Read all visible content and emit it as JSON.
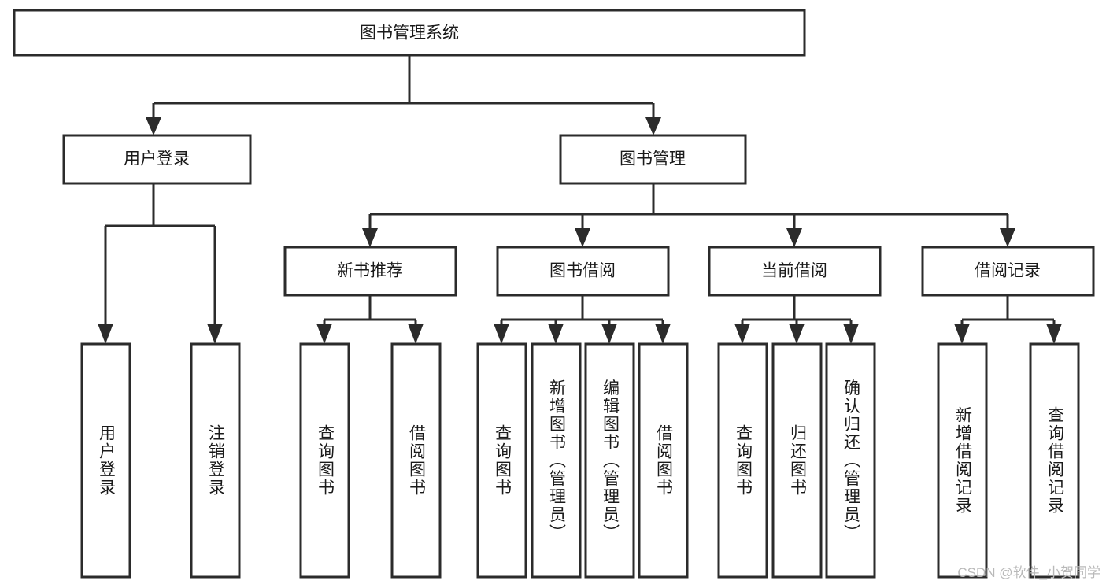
{
  "diagram": {
    "type": "tree-hierarchy-diagram",
    "title": "图书管理系统",
    "orientation": "top-down",
    "colors": {
      "box_stroke": "#2b2b2b",
      "box_fill": "#ffffff",
      "connector": "#2b2b2b",
      "text": "#1a1a1a",
      "background": "#ffffff",
      "watermark": "#b9b9b9"
    },
    "nodes": {
      "root": {
        "label": "图书管理系统",
        "level": 1,
        "orientation": "horizontal"
      },
      "l2": [
        {
          "id": "user-login",
          "label": "用户登录",
          "level": 2,
          "orientation": "horizontal"
        },
        {
          "id": "book-management",
          "label": "图书管理",
          "level": 2,
          "orientation": "horizontal"
        }
      ],
      "l3": [
        {
          "id": "new-book-recommend",
          "label": "新书推荐",
          "level": 3,
          "orientation": "horizontal"
        },
        {
          "id": "book-borrow",
          "label": "图书借阅",
          "level": 3,
          "orientation": "horizontal"
        },
        {
          "id": "current-borrow",
          "label": "当前借阅",
          "level": 3,
          "orientation": "horizontal"
        },
        {
          "id": "borrow-record",
          "label": "借阅记录",
          "level": 3,
          "orientation": "horizontal"
        }
      ],
      "leaves": {
        "user-login": [
          {
            "id": "leaf-user-login",
            "label": "用户登录",
            "orientation": "vertical"
          },
          {
            "id": "leaf-logout",
            "label": "注销登录",
            "orientation": "vertical"
          }
        ],
        "new-book-recommend": [
          {
            "id": "leaf-query-book-1",
            "label": "查询图书",
            "orientation": "vertical"
          },
          {
            "id": "leaf-borrow-book-1",
            "label": "借阅图书",
            "orientation": "vertical"
          }
        ],
        "book-borrow": [
          {
            "id": "leaf-query-book-2",
            "label": "查询图书",
            "orientation": "vertical"
          },
          {
            "id": "leaf-add-book",
            "label": "新增图书（管理员）",
            "orientation": "vertical"
          },
          {
            "id": "leaf-edit-book",
            "label": "编辑图书（管理员）",
            "orientation": "vertical"
          },
          {
            "id": "leaf-borrow-book-2",
            "label": "借阅图书",
            "orientation": "vertical"
          }
        ],
        "current-borrow": [
          {
            "id": "leaf-query-book-3",
            "label": "查询图书",
            "orientation": "vertical"
          },
          {
            "id": "leaf-return-book",
            "label": "归还图书",
            "orientation": "vertical"
          },
          {
            "id": "leaf-confirm-return",
            "label": "确认归还（管理员）",
            "orientation": "vertical"
          }
        ],
        "borrow-record": [
          {
            "id": "leaf-add-record",
            "label": "新增借阅记录",
            "orientation": "vertical"
          },
          {
            "id": "leaf-query-record",
            "label": "查询借阅记录",
            "orientation": "vertical"
          }
        ]
      }
    },
    "watermark": "CSDN @软件_小贺同学"
  }
}
